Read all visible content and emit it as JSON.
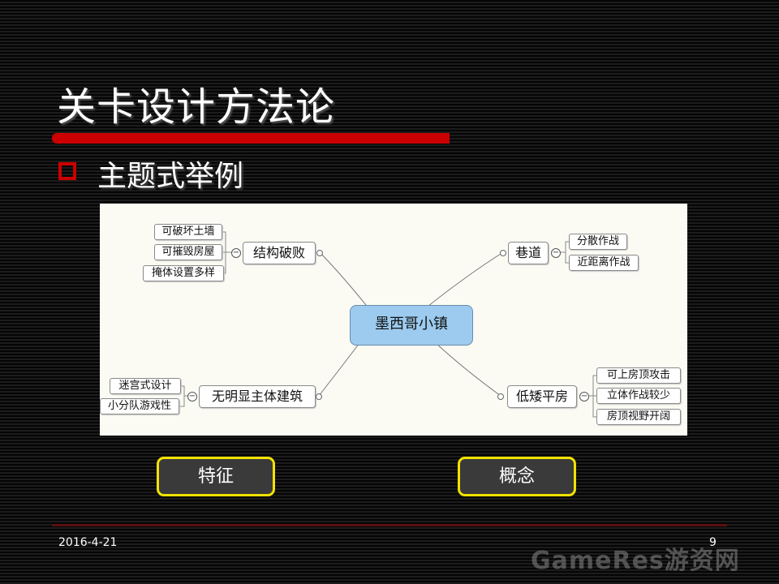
{
  "slide": {
    "title": "关卡设计方法论",
    "subtitle": "主题式举例",
    "date": "2016-4-21",
    "page_number": "9",
    "watermark": "GameRes游资网"
  },
  "mindmap": {
    "center": "墨西哥小镇",
    "collapse_symbol": "−",
    "branches": {
      "top_left": {
        "label": "结构破败",
        "leaves": [
          "可破坏土墙",
          "可摧毁房屋",
          "掩体设置多样"
        ]
      },
      "bottom_left": {
        "label": "无明显主体建筑",
        "leaves": [
          "迷宫式设计",
          "小分队游戏性"
        ]
      },
      "top_right": {
        "label": "巷道",
        "leaves": [
          "分散作战",
          "近距离作战"
        ]
      },
      "bottom_right": {
        "label": "低矮平房",
        "leaves": [
          "可上房顶攻击",
          "立体作战较少",
          "房顶视野开阔"
        ]
      }
    }
  },
  "buttons": {
    "left": "特征",
    "right": "概念"
  },
  "colors": {
    "accent_red": "#cc0000",
    "button_border": "#f2e200",
    "central_node": "#9ccbef"
  }
}
